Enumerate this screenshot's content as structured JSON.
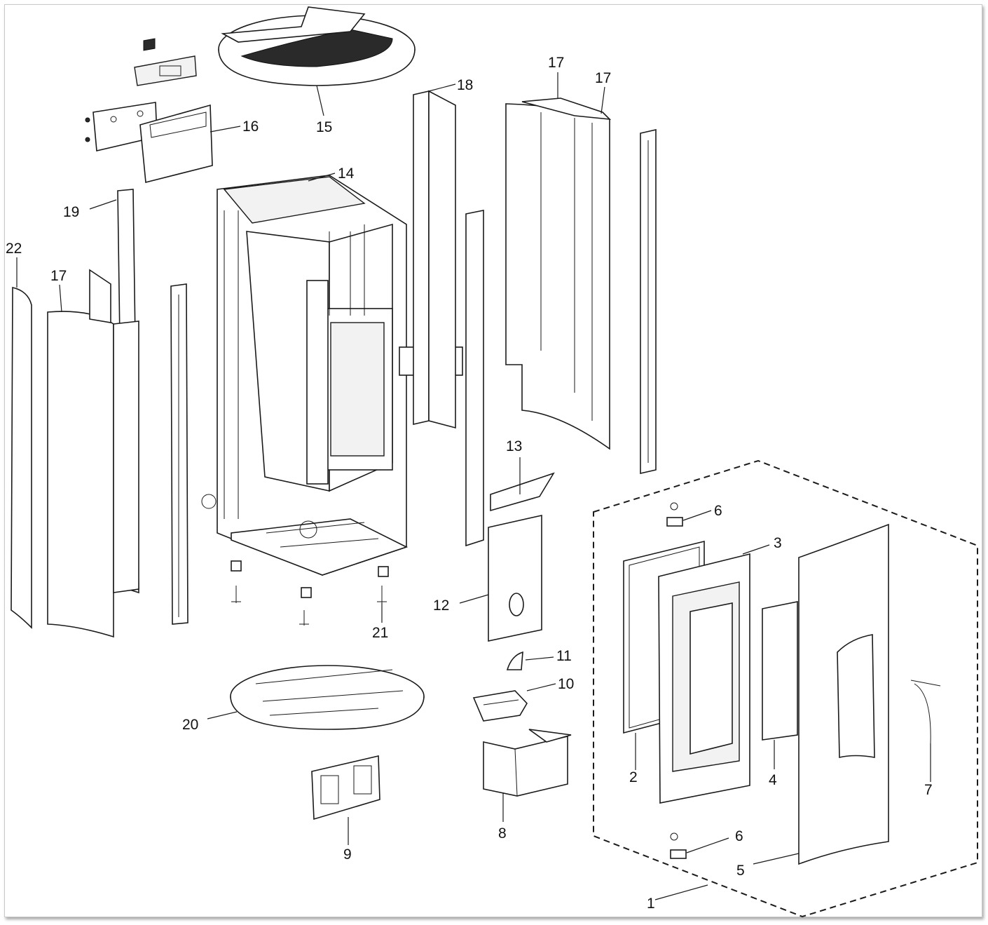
{
  "labels": {
    "l1": "1",
    "l2": "2",
    "l3": "3",
    "l4": "4",
    "l5": "5",
    "l6a": "6",
    "l6b": "6",
    "l7": "7",
    "l8": "8",
    "l9": "9",
    "l10": "10",
    "l11": "11",
    "l12": "12",
    "l13": "13",
    "l14": "14",
    "l15": "15",
    "l16": "16",
    "l17a": "17",
    "l17b": "17",
    "l17c": "17",
    "l18": "18",
    "l19": "19",
    "l20": "20",
    "l21": "21",
    "l22": "22"
  }
}
